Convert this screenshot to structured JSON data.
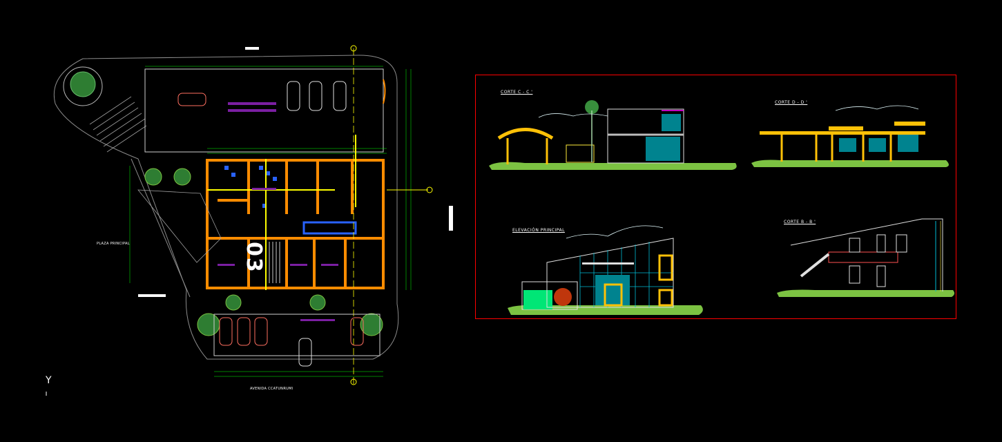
{
  "drawing": {
    "plan_label_plaza": "PLAZA PRINCIPAL",
    "plan_label_avenue": "AVENIDA CCATUNRUMI",
    "plan_room_code": "03",
    "section_cc_title": "CORTE C - C '",
    "section_dd_title": "CORTE D - D '",
    "elevation_title": "ELEVACIÓN PRINCIPAL",
    "section_bb_title": "CORTE B - B '",
    "ucs_label": "Y"
  },
  "colors": {
    "background": "#000000",
    "wall": "#ff8c00",
    "frame": "#ff0000",
    "grass": "#7cc242",
    "annotation": "#6a0dad",
    "axis": "#ffff00",
    "dimension": "#00ff00",
    "glass": "#00bcd4"
  }
}
